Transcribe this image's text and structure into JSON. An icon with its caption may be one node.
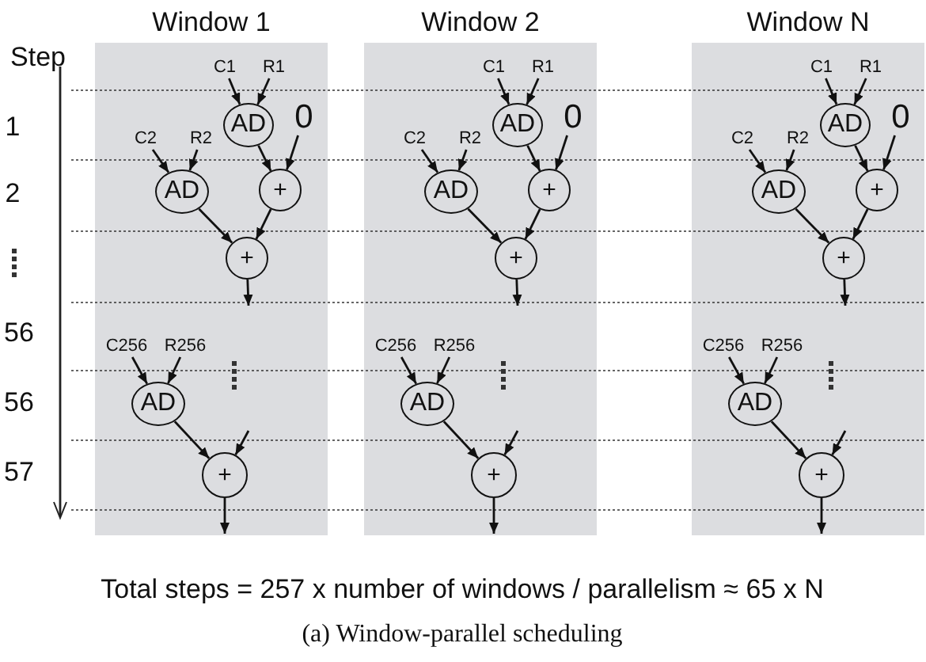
{
  "diagram": {
    "caption": "(a) Window-parallel scheduling",
    "nodes": [
      {
        "text": [
          "Window 1"
        ]
      },
      {
        "text": [
          "C1"
        ],
        "in": 0
      },
      {
        "text": [
          "R1"
        ],
        "in": 0
      },
      {
        "text": [
          "AD"
        ],
        "in": 0
      },
      {
        "text": [
          "0"
        ],
        "in": 0
      },
      {
        "text": [
          "C2"
        ],
        "in": 0
      },
      {
        "text": [
          "R2"
        ],
        "in": 0
      },
      {
        "text": [
          "AD"
        ],
        "in": 0
      },
      {
        "text": [
          "+"
        ],
        "in": 0
      },
      {
        "text": [
          "+"
        ],
        "in": 0
      },
      {
        "text": [
          "C256"
        ],
        "in": 0
      },
      {
        "text": [
          "R256"
        ],
        "in": 0
      },
      {
        "text": [
          "AD"
        ],
        "in": 0
      },
      {
        "text": [
          "+"
        ],
        "in": 0
      },
      {
        "text": [
          "Window 2"
        ]
      },
      {
        "text": [
          "C1"
        ],
        "in": 14
      },
      {
        "text": [
          "R1"
        ],
        "in": 14
      },
      {
        "text": [
          "AD"
        ],
        "in": 14
      },
      {
        "text": [
          "0"
        ],
        "in": 14
      },
      {
        "text": [
          "C2"
        ],
        "in": 14
      },
      {
        "text": [
          "R2"
        ],
        "in": 14
      },
      {
        "text": [
          "AD"
        ],
        "in": 14
      },
      {
        "text": [
          "+"
        ],
        "in": 14
      },
      {
        "text": [
          "+"
        ],
        "in": 14
      },
      {
        "text": [
          "C256"
        ],
        "in": 14
      },
      {
        "text": [
          "R256"
        ],
        "in": 14
      },
      {
        "text": [
          "AD"
        ],
        "in": 14
      },
      {
        "text": [
          "+"
        ],
        "in": 14
      },
      {
        "text": [
          "Window N"
        ]
      },
      {
        "text": [
          "C1"
        ],
        "in": 28
      },
      {
        "text": [
          "R1"
        ],
        "in": 28
      },
      {
        "text": [
          "AD"
        ],
        "in": 28
      },
      {
        "text": [
          "0"
        ],
        "in": 28
      },
      {
        "text": [
          "C2"
        ],
        "in": 28
      },
      {
        "text": [
          "R2"
        ],
        "in": 28
      },
      {
        "text": [
          "AD"
        ],
        "in": 28
      },
      {
        "text": [
          "+"
        ],
        "in": 28
      },
      {
        "text": [
          "+"
        ],
        "in": 28
      },
      {
        "text": [
          "C256"
        ],
        "in": 28
      },
      {
        "text": [
          "R256"
        ],
        "in": 28
      },
      {
        "text": [
          "AD"
        ],
        "in": 28
      },
      {
        "text": [
          "+"
        ],
        "in": 28
      }
    ],
    "edges": [
      {
        "from": 1,
        "to": 3,
        "arrow": "to"
      },
      {
        "from": 2,
        "to": 3,
        "arrow": "to"
      },
      {
        "from": 5,
        "to": 7,
        "arrow": "to"
      },
      {
        "from": 6,
        "to": 7,
        "arrow": "to"
      },
      {
        "from": 3,
        "to": 8,
        "arrow": "to"
      },
      {
        "from": 4,
        "to": 8,
        "arrow": "to"
      },
      {
        "from": 7,
        "to": 9,
        "arrow": "to"
      },
      {
        "from": 8,
        "to": 9,
        "arrow": "to"
      },
      {
        "from": 9,
        "to": null,
        "arrow": "to"
      },
      {
        "from": 10,
        "to": 12,
        "arrow": "to"
      },
      {
        "from": 11,
        "to": 12,
        "arrow": "to"
      },
      {
        "from": null,
        "to": 13,
        "arrow": "to"
      },
      {
        "from": 12,
        "to": 13,
        "arrow": "to"
      },
      {
        "from": 13,
        "to": null,
        "arrow": "to"
      },
      {
        "from": 15,
        "to": 17,
        "arrow": "to"
      },
      {
        "from": 16,
        "to": 17,
        "arrow": "to"
      },
      {
        "from": 19,
        "to": 21,
        "arrow": "to"
      },
      {
        "from": 20,
        "to": 21,
        "arrow": "to"
      },
      {
        "from": 17,
        "to": 22,
        "arrow": "to"
      },
      {
        "from": 18,
        "to": 22,
        "arrow": "to"
      },
      {
        "from": 21,
        "to": 23,
        "arrow": "to"
      },
      {
        "from": 22,
        "to": 23,
        "arrow": "to"
      },
      {
        "from": 23,
        "to": null,
        "arrow": "to"
      },
      {
        "from": 24,
        "to": 26,
        "arrow": "to"
      },
      {
        "from": 25,
        "to": 26,
        "arrow": "to"
      },
      {
        "from": null,
        "to": 27,
        "arrow": "to"
      },
      {
        "from": 26,
        "to": 27,
        "arrow": "to"
      },
      {
        "from": 27,
        "to": null,
        "arrow": "to"
      },
      {
        "from": 29,
        "to": 31,
        "arrow": "to"
      },
      {
        "from": 30,
        "to": 31,
        "arrow": "to"
      },
      {
        "from": 33,
        "to": 35,
        "arrow": "to"
      },
      {
        "from": 34,
        "to": 35,
        "arrow": "to"
      },
      {
        "from": 31,
        "to": 36,
        "arrow": "to"
      },
      {
        "from": 32,
        "to": 36,
        "arrow": "to"
      },
      {
        "from": 35,
        "to": 37,
        "arrow": "to"
      },
      {
        "from": 36,
        "to": 37,
        "arrow": "to"
      },
      {
        "from": 37,
        "to": null,
        "arrow": "to"
      },
      {
        "from": 38,
        "to": 40,
        "arrow": "to"
      },
      {
        "from": 39,
        "to": 40,
        "arrow": "to"
      },
      {
        "from": null,
        "to": 41,
        "arrow": "to"
      },
      {
        "from": 40,
        "to": 41,
        "arrow": "to"
      },
      {
        "from": 41,
        "to": null,
        "arrow": "to"
      }
    ],
    "labels": [
      "Step",
      "1",
      "2",
      "56",
      "56",
      "57",
      "Total steps = 257 x number of windows / parallelism ≈ 65 x N"
    ]
  }
}
